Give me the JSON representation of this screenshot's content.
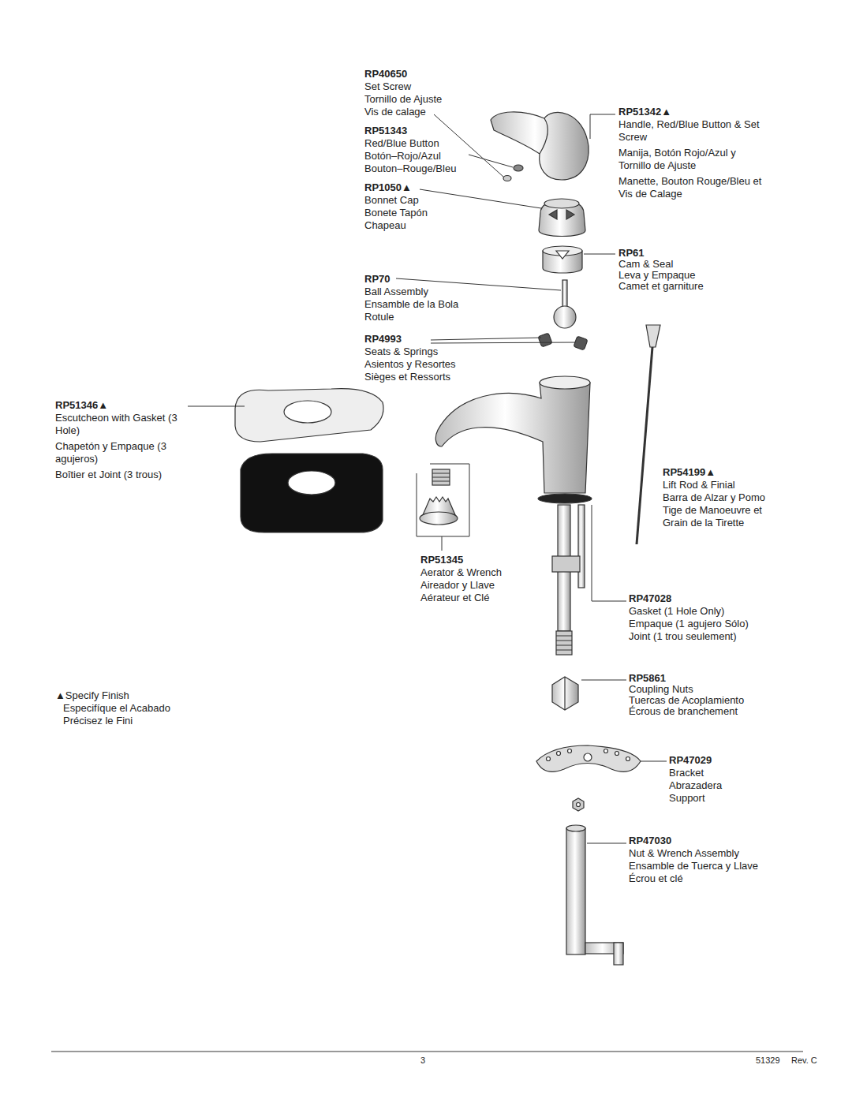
{
  "diagram": {
    "labels": [
      "RP40650",
      "Set Screw",
      "Tornillo de Ajuste",
      "Vis de calage",
      "RP51343",
      "Red/Blue Button",
      "Botón–Rojo/Azul",
      "Bouton–Rouge/Bleu",
      "RP1050▲",
      "Bonnet Cap",
      "Bonete Tapón",
      "Chapeau",
      "RP51342▲",
      "Handle, Red/Blue Button & Set Screw",
      "Manija, Botón Rojo/Azul y Tornillo de Ajuste",
      "Manette, Bouton Rouge/Bleu et Vis de Calage",
      "RP61",
      "Cam & Seal",
      "Leva y Empaque",
      "Camet et garniture",
      "RP70",
      "Ball Assembly",
      "Ensamble de la Bola",
      "Rotule",
      "RP4993",
      "Seats & Springs",
      "Asientos y Resortes",
      "Sièges et Ressorts",
      "RP51346▲",
      "Escutcheon with Gasket (3 Hole)",
      "Chapetón y Empaque (3 agujeros)",
      "Boîtier et Joint (3 trous)",
      "RP54199▲",
      "Lift Rod & Finial",
      "Barra de Alzar y Pomo",
      "Tige de Manoeuvre et Grain de la Tirette",
      "RP51345",
      "Aerator & Wrench",
      "Aireador y Llave",
      "Aérateur et Clé",
      "RP47028",
      "Gasket (1 Hole Only)",
      "Empaque (1 agujero Sólo)",
      "Joint (1 trou seulement)",
      "RP5861",
      "Coupling Nuts",
      "Tuercas de Acoplamiento",
      "Écrous de branchement",
      "RP47029",
      "Bracket",
      "Abrazadera",
      "Support",
      "RP47030",
      "Nut & Wrench Assembly",
      "Ensamble de Tuerca y Llave",
      "Écrou et clé",
      "▲Specify Finish",
      "Especifíque el Acabado",
      "Précisez le Fini",
      "3",
      "51329",
      "Rev. C"
    ]
  }
}
